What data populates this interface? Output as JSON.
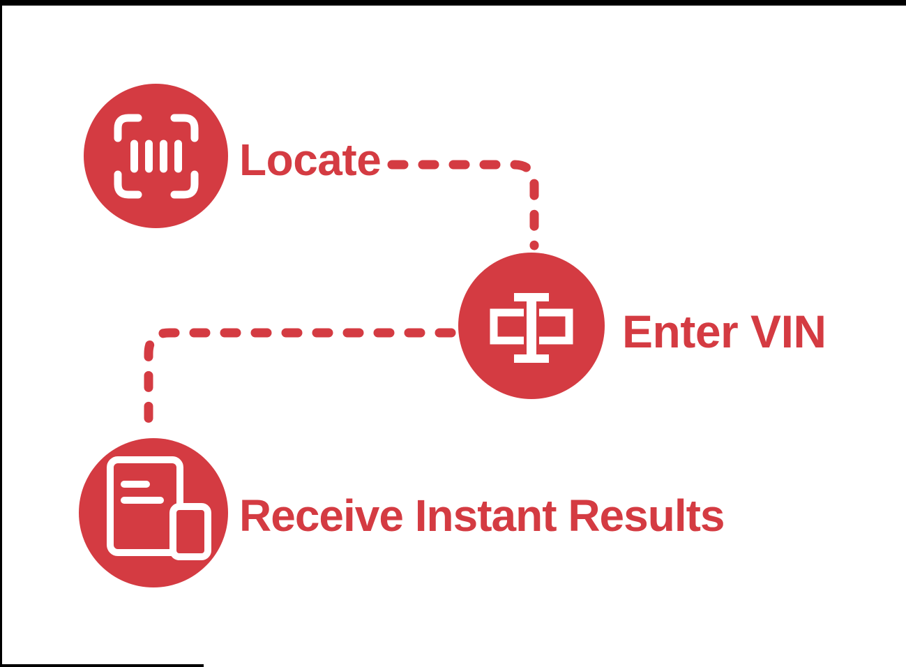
{
  "diagram": {
    "background_color": "#ffffff",
    "frame_color": "#000000",
    "accent_color": "#d43b42",
    "icon_color": "#ffffff",
    "steps": [
      {
        "id": "locate",
        "label": "Locate",
        "icon": "barcode-scan-icon"
      },
      {
        "id": "enter-vin",
        "label": "Enter VIN",
        "icon": "vin-text-cursor-icon"
      },
      {
        "id": "receive-results",
        "label": "Receive Instant Results",
        "icon": "document-results-icon"
      }
    ],
    "connectors": [
      {
        "from": "Locate",
        "to": "Enter VIN",
        "style": "dashed"
      },
      {
        "from": "Enter VIN",
        "to": "Receive Instant Results",
        "style": "dashed"
      }
    ]
  }
}
